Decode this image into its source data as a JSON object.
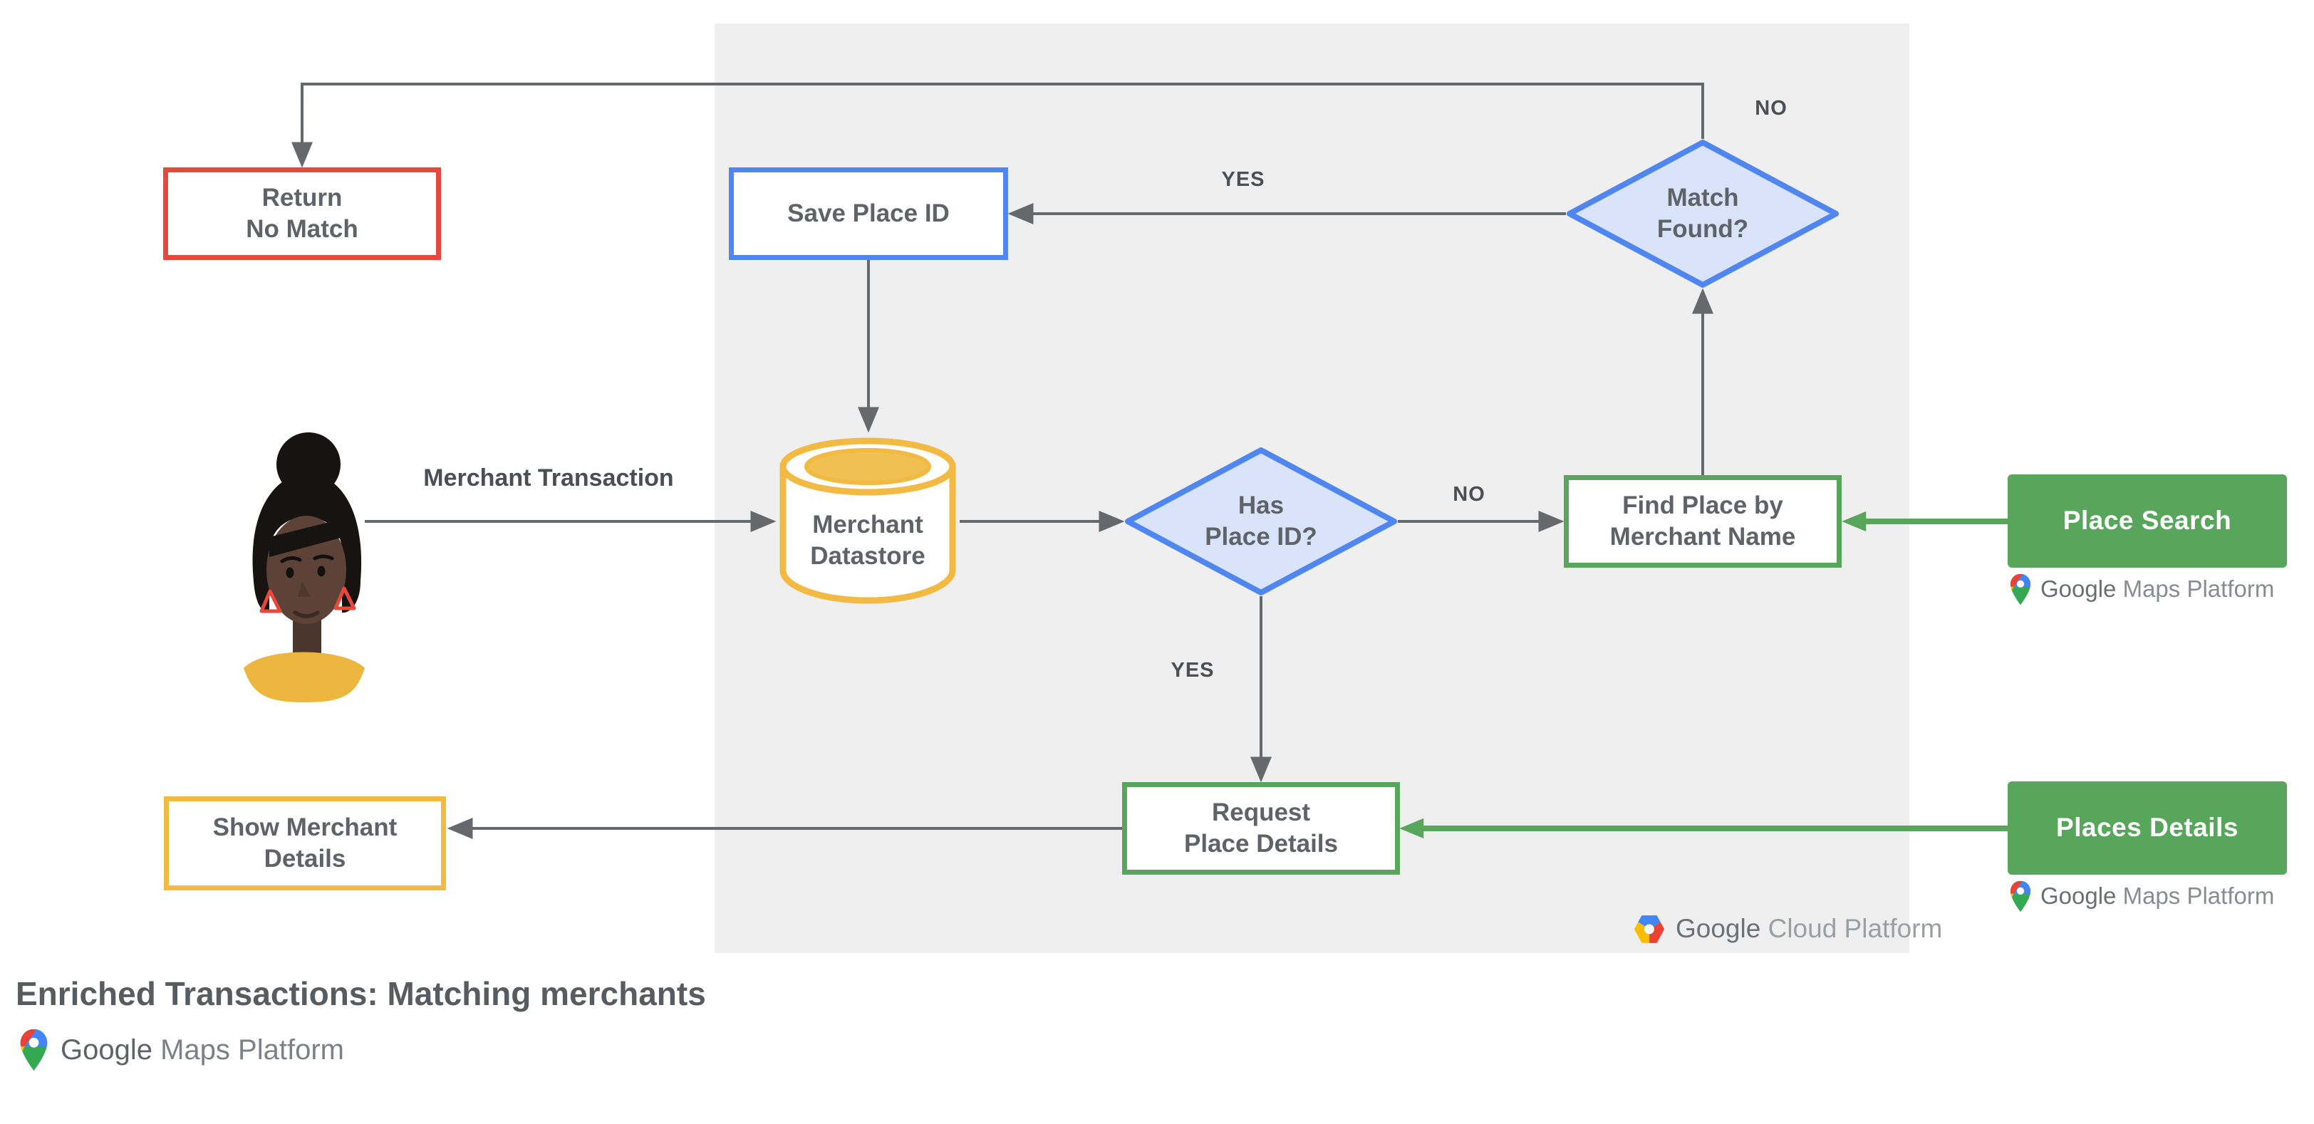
{
  "title": "Enriched Transactions: Matching merchants",
  "diagram": {
    "nodes": {
      "return_no_match": "Return\nNo Match",
      "save_place_id": "Save Place ID",
      "match_found": "Match\nFound?",
      "merchant_datastore": "Merchant\nDatastore",
      "has_place_id": "Has\nPlace ID?",
      "find_place_by_merchant_name": "Find Place by\nMerchant Name",
      "request_place_details": "Request\nPlace Details",
      "show_merchant_details": "Show Merchant\nDetails",
      "place_search": "Place Search",
      "places_details": "Places Details"
    },
    "edge_labels": {
      "match_found_no": "NO",
      "match_found_yes": "YES",
      "has_place_id_no": "NO",
      "has_place_id_yes": "YES",
      "merchant_transaction": "Merchant Transaction"
    }
  },
  "logos": {
    "google_cloud_platform": {
      "google": "Google",
      "suffix": "Cloud Platform"
    },
    "google_maps_platform": {
      "google": "Google",
      "suffix": "Maps Platform"
    }
  },
  "colors": {
    "panel": "#efefef",
    "wire": "#66696c",
    "blue": "#4f86f0",
    "blue_fill": "#d9e3fa",
    "red": "#e6493c",
    "yellow": "#f3ba43",
    "yellow_fill": "#f0c050",
    "green": "#58a55c",
    "node_text": "#5f6368",
    "label_text": "#4b4e52",
    "title_text": "#595c5f"
  }
}
